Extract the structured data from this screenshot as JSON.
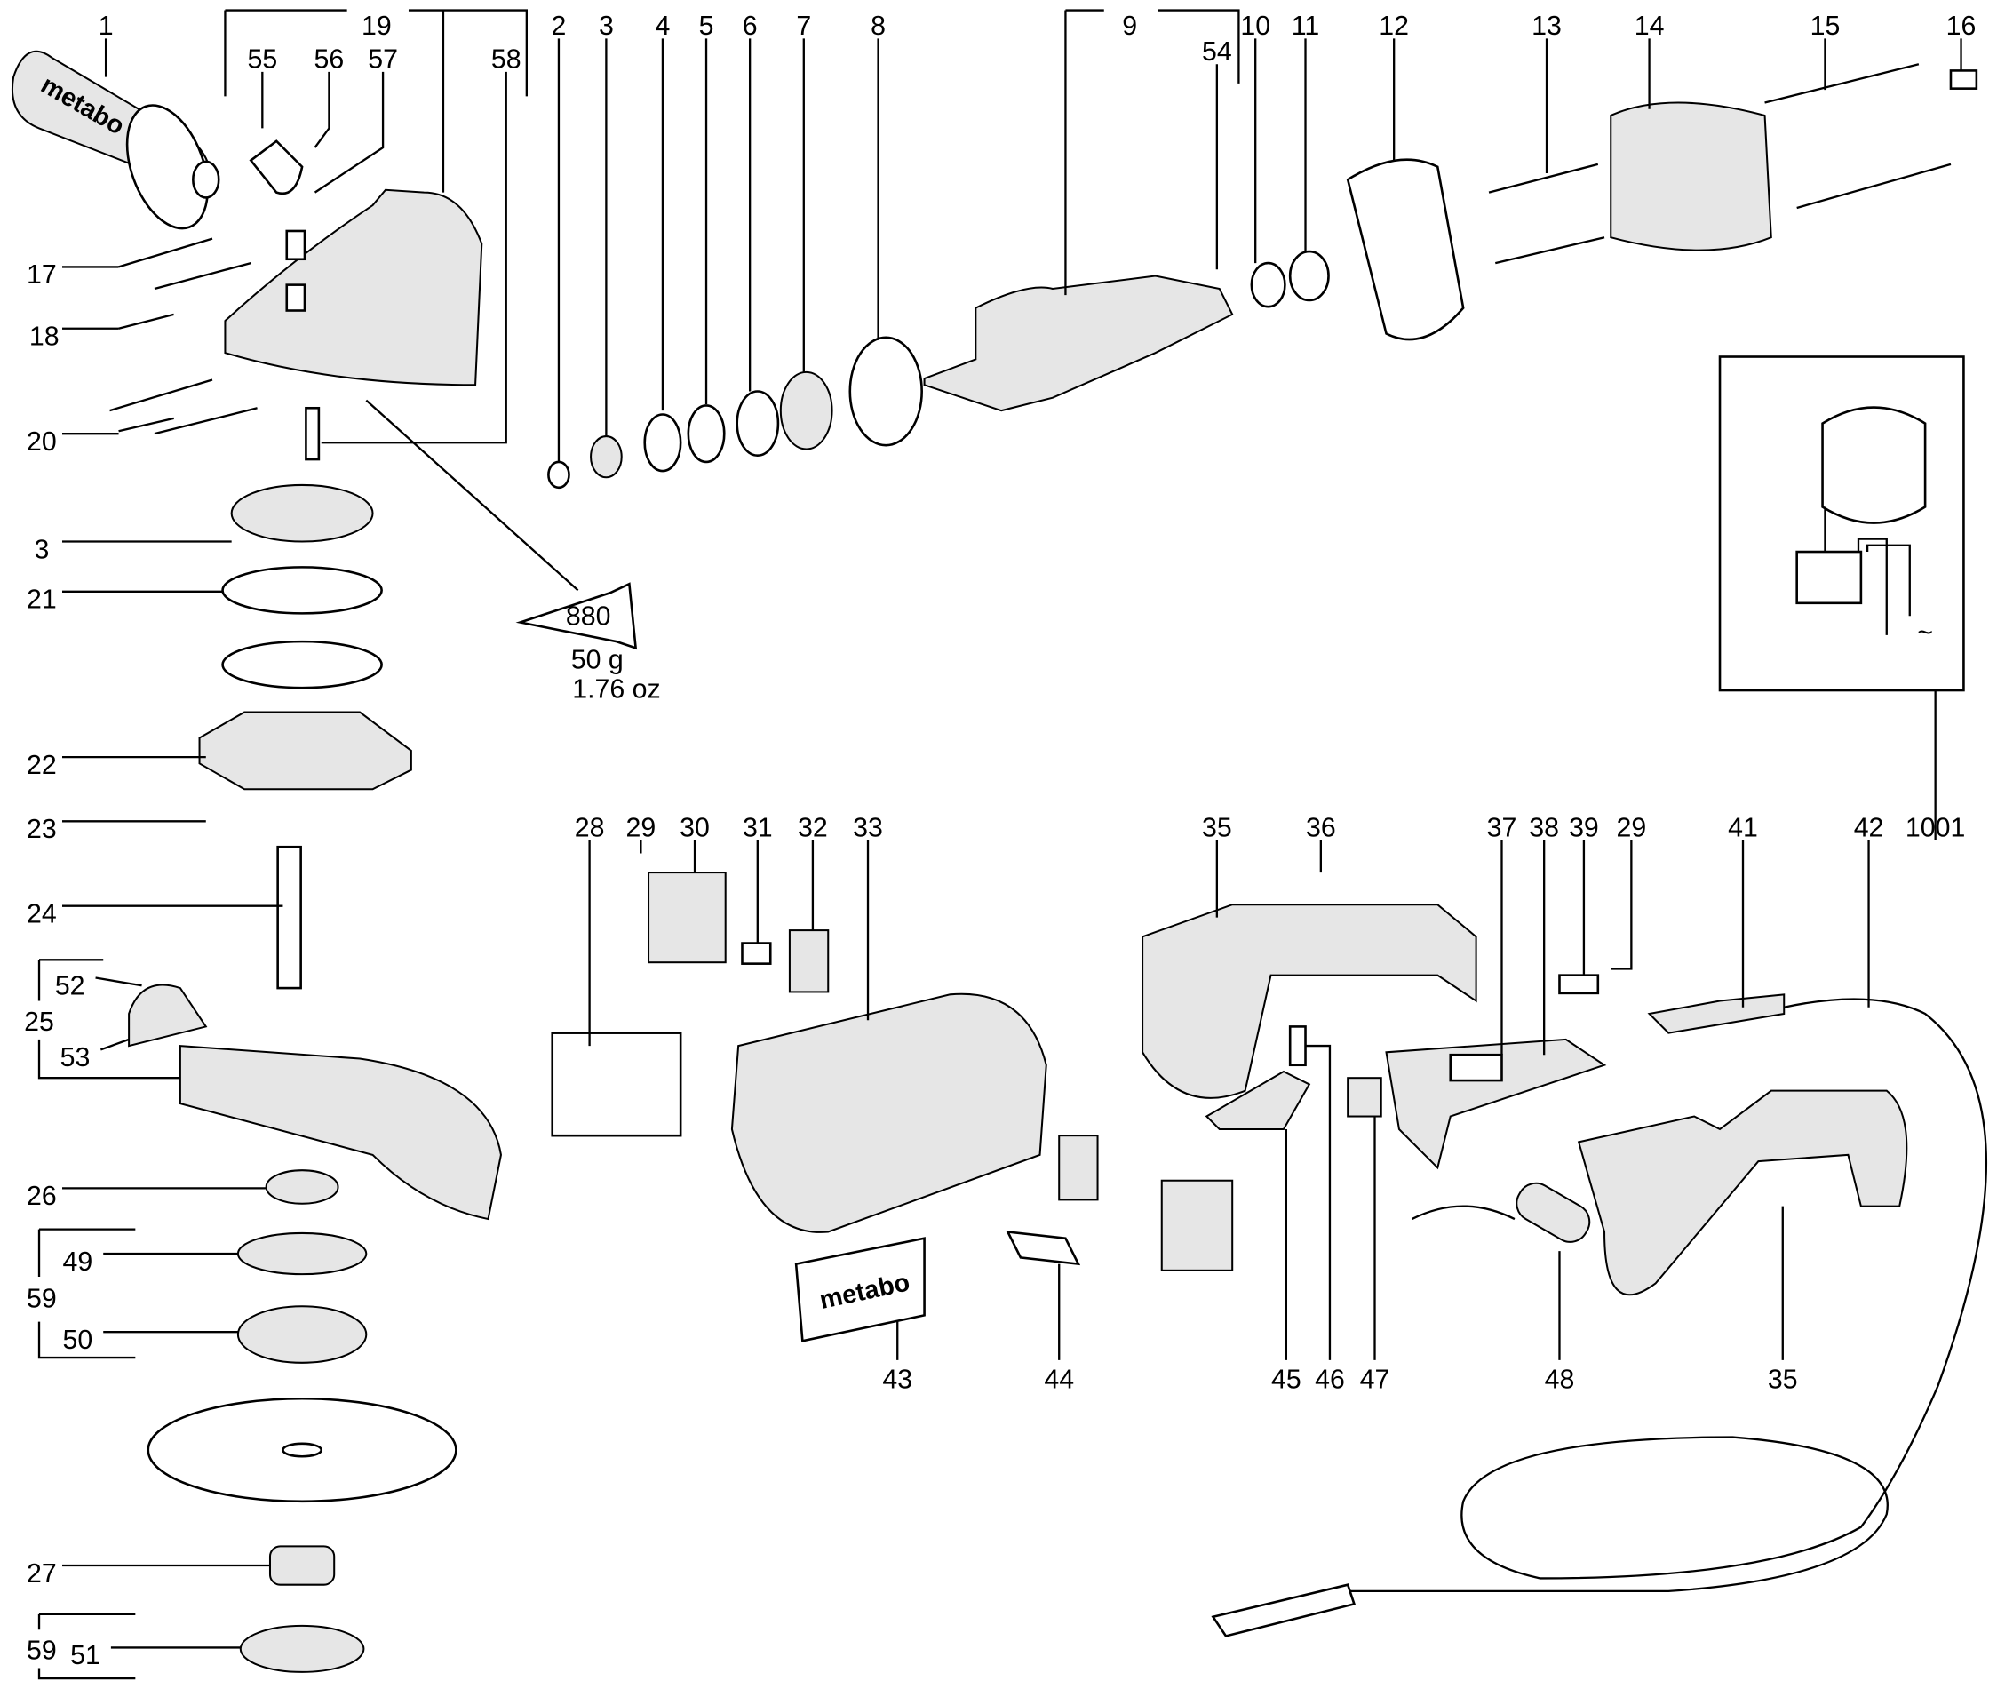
{
  "diagram": {
    "labels": [
      "1",
      "19",
      "2",
      "3",
      "4",
      "5",
      "6",
      "7",
      "8",
      "9",
      "10",
      "11",
      "12",
      "13",
      "14",
      "15",
      "16",
      "55",
      "56",
      "57",
      "58",
      "54",
      "17",
      "18",
      "20",
      "3",
      "21",
      "22",
      "23",
      "24",
      "52",
      "25",
      "53",
      "26",
      "49",
      "59",
      "50",
      "27",
      "59",
      "51",
      "28",
      "29",
      "30",
      "31",
      "32",
      "33",
      "35",
      "36",
      "37",
      "38",
      "39",
      "29",
      "41",
      "42",
      "1001",
      "43",
      "44",
      "45",
      "46",
      "47",
      "48",
      "35"
    ],
    "grease_tube": {
      "code": "880",
      "weight_g": "50 g",
      "weight_oz": "1.76 oz"
    },
    "logo_text": "metabo",
    "wiring_symbol": "~"
  }
}
